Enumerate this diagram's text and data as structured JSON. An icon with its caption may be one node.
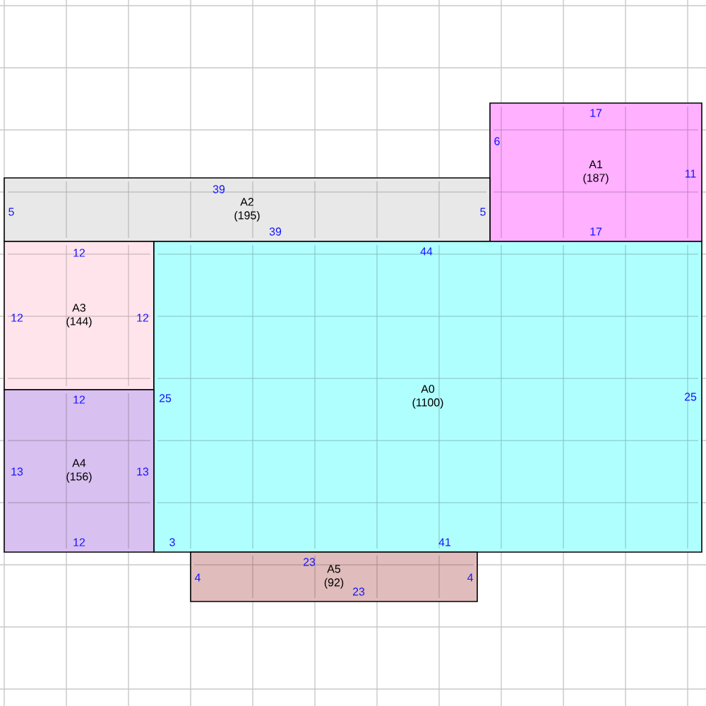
{
  "diagram": {
    "nodes": [
      {
        "text": [
          "A1",
          "(187)"
        ]
      },
      {
        "text": [
          "A2",
          "(195)"
        ]
      },
      {
        "text": [
          "A3",
          "(144)"
        ]
      },
      {
        "text": [
          "A0",
          "(1100)"
        ]
      },
      {
        "text": [
          "A4",
          "(156)"
        ]
      },
      {
        "text": [
          "A5",
          "(92)"
        ]
      }
    ],
    "labels": [
      "17",
      "6",
      "11",
      "17",
      "39",
      "5",
      "5",
      "39",
      "12",
      "12",
      "12",
      "44",
      "25",
      "25",
      "3",
      "41",
      "12",
      "13",
      "13",
      "12",
      "23",
      "4",
      "4",
      "23"
    ]
  }
}
